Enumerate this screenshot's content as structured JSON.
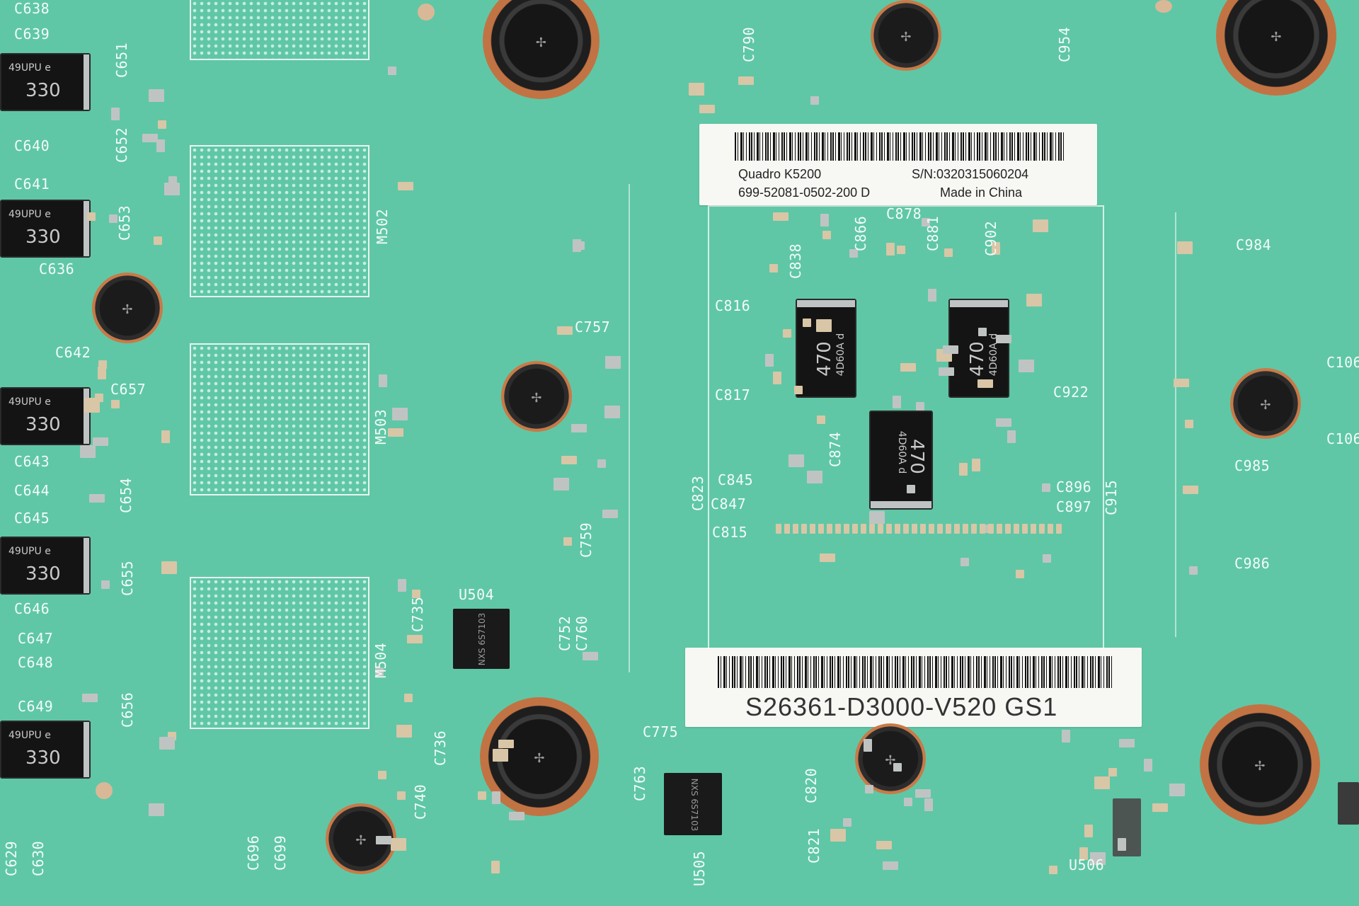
{
  "board": {
    "colors": {
      "pcb": "#5fc7a6",
      "silkscreen": "#f3fbf7",
      "label": "#f7f8f4",
      "copper_ring": "#c87a48"
    }
  },
  "top_label": {
    "model": "Quadro K5200",
    "serial": "S/N:0320315060204",
    "part": "699-52081-0502-200  D",
    "origin": "Made in China"
  },
  "bottom_label": {
    "code": "S26361-D3000-V520 GS1"
  },
  "capacitors": {
    "small_marking": "330",
    "small_code": "49UPU e",
    "large_marking": "470",
    "large_code": "4D60A d"
  },
  "chips": {
    "u504_marking": "NXS 6S7103",
    "u505_marking": "NXS 6S7103"
  },
  "refs": {
    "c638": "C638",
    "c639": "C639",
    "c640": "C640",
    "c641": "C641",
    "c636": "C636",
    "c642": "C642",
    "c643": "C643",
    "c644": "C644",
    "c645": "C645",
    "c646": "C646",
    "c647": "C647",
    "c648": "C648",
    "c649": "C649",
    "c629": "C629",
    "c630": "C630",
    "c651": "C651",
    "c652": "C652",
    "c653": "C653",
    "c657": "C657",
    "c654": "C654",
    "c655": "C655",
    "c656": "C656",
    "c696": "C696",
    "c699": "C699",
    "m502": "M502",
    "m503": "M503",
    "m504": "M504",
    "c735": "C735",
    "c736": "C736",
    "c740": "C740",
    "u504": "U504",
    "c752": "C752",
    "c760": "C760",
    "c759": "C759",
    "c757": "C757",
    "c775": "C775",
    "c763": "C763",
    "u505": "U505",
    "c820": "C820",
    "c821": "C821",
    "c790": "C790",
    "c954": "C954",
    "c878": "C878",
    "c866": "C866",
    "c881": "C881",
    "c902": "C902",
    "c838": "C838",
    "c816": "C816",
    "c817": "C817",
    "c874": "C874",
    "c845": "C845",
    "c847": "C847",
    "c815": "C815",
    "c823": "C823",
    "c922": "C922",
    "c896": "C896",
    "c897": "C897",
    "c915": "C915",
    "c984": "C984",
    "c985": "C985",
    "c986": "C986",
    "c106a": "C106",
    "c106b": "C106",
    "u506": "U506"
  }
}
